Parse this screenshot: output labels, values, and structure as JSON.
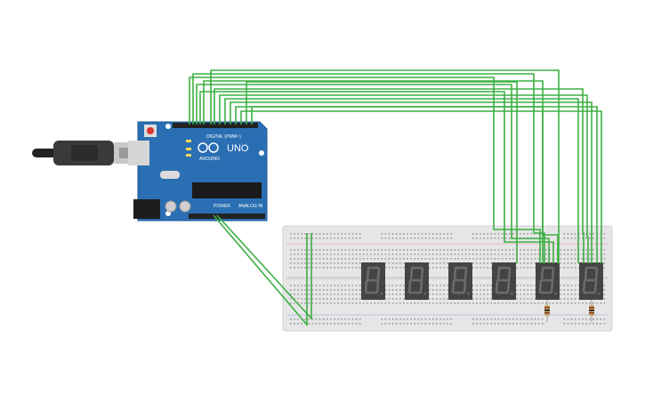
{
  "colors": {
    "wire": "#3cb043",
    "board": "#2a6fb3",
    "breadboard": "#e6e6e6",
    "segment_body": "#444444",
    "segment_off": "#6b6b6b"
  },
  "arduino": {
    "model_label": "UNO",
    "brand_label": "ARDUINO",
    "digital_label": "DIGITAL (PWM~)",
    "power_label": "POWER",
    "analog_label": "ANALOG IN"
  },
  "displays": {
    "count": 6,
    "resistor_color": "#c9a36b"
  }
}
